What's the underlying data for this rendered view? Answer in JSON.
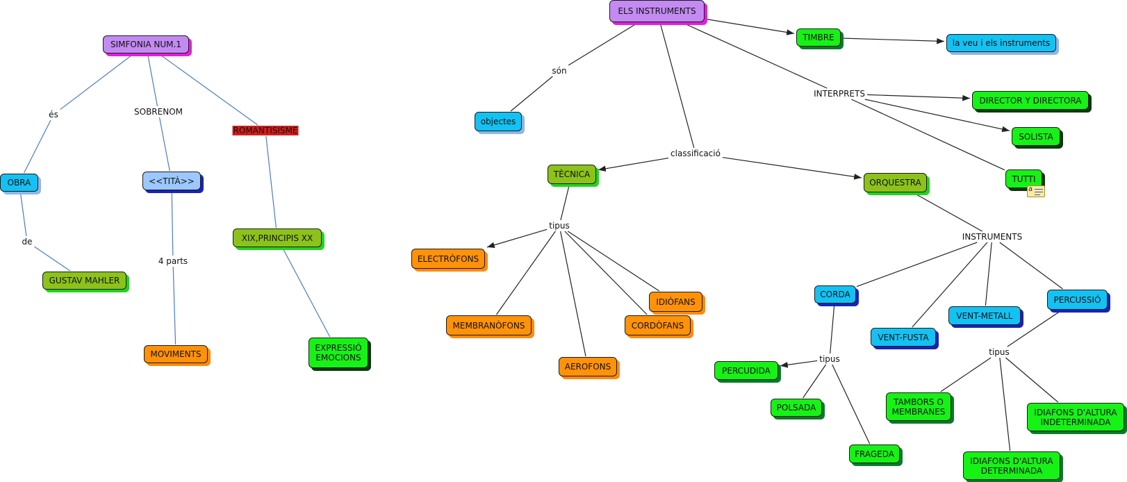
{
  "concepts": [
    {
      "id": "simfonia",
      "label": "SIMFONIA NUM.1",
      "fill": "#c38af2",
      "shadow": "#e020d8"
    },
    {
      "id": "obra",
      "label": "OBRA",
      "fill": "#13c2f2",
      "shadow": "#8fb6e6"
    },
    {
      "id": "tita",
      "label": "<<TITÀ>>",
      "fill": "#9cc8ff",
      "shadow": "#1a22b8"
    },
    {
      "id": "xix",
      "label": "XIX,PRINCIPIS XX",
      "fill": "#8cc21a",
      "shadow": "#22d322"
    },
    {
      "id": "mahler",
      "label": "GUSTAV MAHLER",
      "fill": "#8cc21a",
      "shadow": "#22d322"
    },
    {
      "id": "moviments",
      "label": "MOVIMENTS",
      "fill": "#ff9208",
      "shadow": "#ff8a10"
    },
    {
      "id": "expressio",
      "label": "EXPRESSIÓ\nEMOCIONS",
      "fill": "#16f216",
      "shadow": "#0a3a0a"
    },
    {
      "id": "instruments",
      "label": "ELS INSTRUMENTS",
      "fill": "#c38af2",
      "shadow": "#e020d8"
    },
    {
      "id": "timbre",
      "label": "TIMBRE",
      "fill": "#16f216",
      "shadow": "#0a7a2a"
    },
    {
      "id": "veu",
      "label": "la veu i els instruments",
      "fill": "#13c2f2",
      "shadow": "#8fb6e6"
    },
    {
      "id": "objectes",
      "label": "objectes",
      "fill": "#13c2f2",
      "shadow": "#8fb6e6"
    },
    {
      "id": "director",
      "label": "DIRECTOR Y DIRECTORA",
      "fill": "#16f216",
      "shadow": "#0a3a0a"
    },
    {
      "id": "solista",
      "label": "SOLISTA",
      "fill": "#16f216",
      "shadow": "#0a3a0a"
    },
    {
      "id": "tutti",
      "label": "TUTTI",
      "fill": "#16f216",
      "shadow": "#0a3a0a"
    },
    {
      "id": "tecnica",
      "label": "TÈCNICA",
      "fill": "#8cc21a",
      "shadow": "#22d322"
    },
    {
      "id": "orquestra",
      "label": "ORQUESTRA",
      "fill": "#8cc21a",
      "shadow": "#22d322"
    },
    {
      "id": "electrofons",
      "label": "ELECTRÒFONS",
      "fill": "#ff9208",
      "shadow": "#ff8a10"
    },
    {
      "id": "membranofons",
      "label": "MEMBRANÒFONS",
      "fill": "#ff9208",
      "shadow": "#ff8a10"
    },
    {
      "id": "aerofons",
      "label": "AEROFONS",
      "fill": "#ff9208",
      "shadow": "#ff8a10"
    },
    {
      "id": "cordofons",
      "label": "CORDÒFANS",
      "fill": "#ff9208",
      "shadow": "#ff8a10"
    },
    {
      "id": "idiofans",
      "label": "IDIÒFANS",
      "fill": "#ff9208",
      "shadow": "#ff8a10"
    },
    {
      "id": "corda",
      "label": "CORDA",
      "fill": "#13c2f2",
      "shadow": "#1a22b8"
    },
    {
      "id": "ventfusta",
      "label": "VENT-FUSTA",
      "fill": "#13c2f2",
      "shadow": "#1a22b8"
    },
    {
      "id": "ventmetall",
      "label": "VENT-METALL",
      "fill": "#13c2f2",
      "shadow": "#1a22b8"
    },
    {
      "id": "percussio",
      "label": "PERCUSSIÓ",
      "fill": "#13c2f2",
      "shadow": "#1a22b8"
    },
    {
      "id": "percudida",
      "label": "PERCUDIDA",
      "fill": "#16f216",
      "shadow": "#0a7a2a"
    },
    {
      "id": "polsada",
      "label": "POLSADA",
      "fill": "#16f216",
      "shadow": "#0a7a2a"
    },
    {
      "id": "frageda",
      "label": "FRAGEDA",
      "fill": "#16f216",
      "shadow": "#0a7a2a"
    },
    {
      "id": "tambors",
      "label": "TAMBORS O\nMEMBRANES",
      "fill": "#16f216",
      "shadow": "#0a7a2a"
    },
    {
      "id": "indeterminada",
      "label": "IDIAFONS D'ALTURA\nINDETERMINADA",
      "fill": "#16f216",
      "shadow": "#0a7a2a"
    },
    {
      "id": "determinada",
      "label": "IDIAFONS D'ALTURA\nDETERMINADA",
      "fill": "#16f216",
      "shadow": "#0a7a2a"
    }
  ],
  "linking_phrases": [
    {
      "id": "es",
      "label": "és"
    },
    {
      "id": "sobrenom",
      "label": "SOBRENOM"
    },
    {
      "id": "romantisisme",
      "label": "ROMANTISISME",
      "highlight": "#d21d1d"
    },
    {
      "id": "de",
      "label": "de"
    },
    {
      "id": "parts",
      "label": "4 parts"
    },
    {
      "id": "son",
      "label": "són"
    },
    {
      "id": "interprets",
      "label": "INTERPRETS"
    },
    {
      "id": "classificacio",
      "label": "classificació"
    },
    {
      "id": "tipus1",
      "label": "tipus"
    },
    {
      "id": "instr2",
      "label": "INSTRUMENTS"
    },
    {
      "id": "tipus2",
      "label": "tipus"
    },
    {
      "id": "tipus3",
      "label": "tipus"
    }
  ],
  "connections": [
    {
      "from": "simfonia",
      "to": "es",
      "color": "#4a7cc4"
    },
    {
      "from": "es",
      "to": "obra",
      "color": "#4a7cc4"
    },
    {
      "from": "obra",
      "to": "de",
      "color": "#4a7cc4"
    },
    {
      "from": "de",
      "to": "mahler",
      "color": "#4a7cc4"
    },
    {
      "from": "simfonia",
      "to": "sobrenom",
      "color": "#4a7cc4"
    },
    {
      "from": "sobrenom",
      "to": "tita",
      "color": "#4a7cc4"
    },
    {
      "from": "tita",
      "to": "parts",
      "color": "#4a7cc4"
    },
    {
      "from": "parts",
      "to": "moviments",
      "color": "#4a7cc4"
    },
    {
      "from": "simfonia",
      "to": "romantisisme",
      "color": "#4a7cc4"
    },
    {
      "from": "romantisisme",
      "to": "xix",
      "color": "#4a7cc4"
    },
    {
      "from": "xix",
      "to": "expressio",
      "color": "#4a7cc4"
    },
    {
      "from": "instruments",
      "to": "timbre",
      "color": "#222222",
      "arrow": true
    },
    {
      "from": "timbre",
      "to": "veu",
      "color": "#222222",
      "arrow": true
    },
    {
      "from": "instruments",
      "to": "son",
      "color": "#222222"
    },
    {
      "from": "son",
      "to": "objectes",
      "color": "#222222"
    },
    {
      "from": "instruments",
      "to": "interprets",
      "color": "#222222"
    },
    {
      "from": "interprets",
      "to": "director",
      "color": "#222222",
      "arrow": true
    },
    {
      "from": "interprets",
      "to": "solista",
      "color": "#222222",
      "arrow": true
    },
    {
      "from": "interprets",
      "to": "tutti",
      "color": "#222222"
    },
    {
      "from": "instruments",
      "to": "classificacio",
      "color": "#222222"
    },
    {
      "from": "classificacio",
      "to": "tecnica",
      "color": "#222222",
      "arrow": true
    },
    {
      "from": "classificacio",
      "to": "orquestra",
      "color": "#222222",
      "arrow": true
    },
    {
      "from": "tecnica",
      "to": "tipus1",
      "color": "#222222"
    },
    {
      "from": "tipus1",
      "to": "electrofons",
      "color": "#222222",
      "arrow": true
    },
    {
      "from": "tipus1",
      "to": "membranofons",
      "color": "#222222"
    },
    {
      "from": "tipus1",
      "to": "aerofons",
      "color": "#222222"
    },
    {
      "from": "tipus1",
      "to": "cordofons",
      "color": "#222222"
    },
    {
      "from": "tipus1",
      "to": "idiofans",
      "color": "#222222"
    },
    {
      "from": "orquestra",
      "to": "instr2",
      "color": "#222222"
    },
    {
      "from": "instr2",
      "to": "corda",
      "color": "#222222"
    },
    {
      "from": "instr2",
      "to": "ventfusta",
      "color": "#222222"
    },
    {
      "from": "instr2",
      "to": "ventmetall",
      "color": "#222222"
    },
    {
      "from": "instr2",
      "to": "percussio",
      "color": "#222222"
    },
    {
      "from": "corda",
      "to": "tipus2",
      "color": "#222222"
    },
    {
      "from": "tipus2",
      "to": "percudida",
      "color": "#222222",
      "arrow": true
    },
    {
      "from": "tipus2",
      "to": "polsada",
      "color": "#222222"
    },
    {
      "from": "tipus2",
      "to": "frageda",
      "color": "#222222"
    },
    {
      "from": "percussio",
      "to": "tipus3",
      "color": "#222222"
    },
    {
      "from": "tipus3",
      "to": "tambors",
      "color": "#222222"
    },
    {
      "from": "tipus3",
      "to": "determinada",
      "color": "#222222"
    },
    {
      "from": "tipus3",
      "to": "indeterminada",
      "color": "#222222"
    }
  ],
  "resources": [
    {
      "id": "tutti-note",
      "icon": "attached-note-icon",
      "glyph": "a"
    }
  ]
}
